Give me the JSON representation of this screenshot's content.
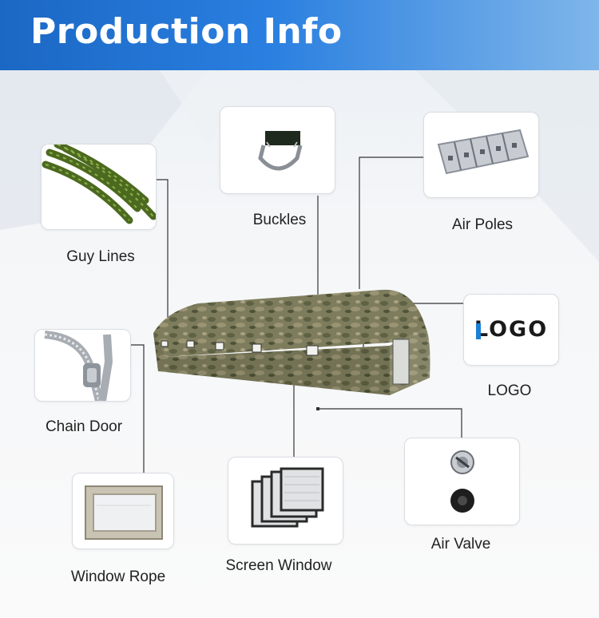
{
  "header": {
    "title": "Production Info"
  },
  "parts": {
    "guy_lines": "Guy Lines",
    "buckles": "Buckles",
    "air_poles": "Air Poles",
    "chain_door": "Chain Door",
    "logo": "LOGO",
    "window_rope": "Window Rope",
    "screen_window": "Screen Window",
    "air_valve": "Air Valve"
  },
  "logo_card": {
    "text": "LOGO"
  },
  "colors": {
    "banner": "#2a7fe0",
    "tent_camo": "#7a7a58",
    "rope_green": "#5b7a2a",
    "logo_blue": "#1c7fd6",
    "logo_dark": "#1a1a1a"
  }
}
